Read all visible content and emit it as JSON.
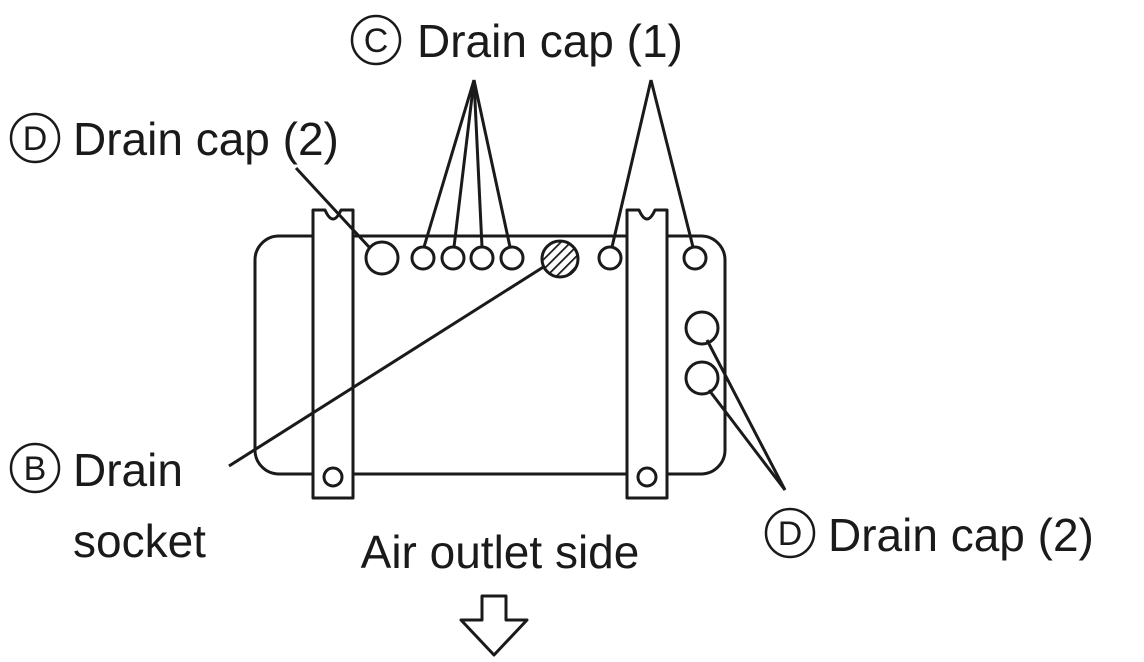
{
  "labels": {
    "drain_cap_1": {
      "letter": "C",
      "text": "Drain cap (1)"
    },
    "drain_cap_2_top": {
      "letter": "D",
      "text": "Drain cap (2)"
    },
    "drain_socket": {
      "letter": "B",
      "line1": "Drain",
      "line2": "socket"
    },
    "drain_cap_2_right": {
      "letter": "D",
      "text": "Drain cap (2)"
    },
    "outlet": "Air outlet side"
  },
  "icons": {
    "outlet_arrow": "down-arrow-outline-icon",
    "drain_socket_marker": "hatched-circle-icon"
  },
  "colors": {
    "line": "#1a1a1a",
    "background": "#ffffff"
  }
}
